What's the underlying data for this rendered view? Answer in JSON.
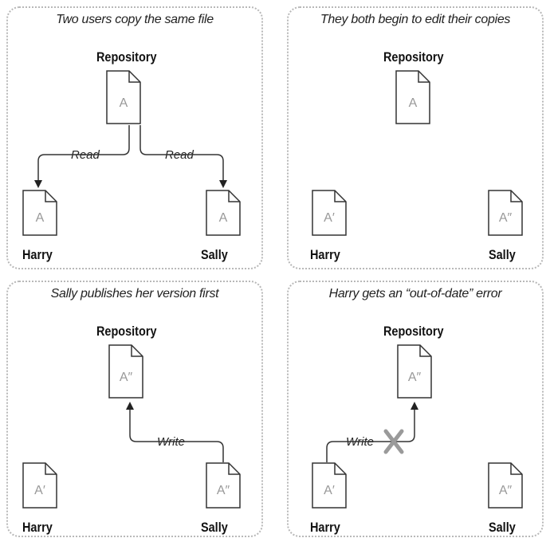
{
  "panels": [
    {
      "caption": "Two users copy the same file",
      "repository": {
        "label": "Repository",
        "version": "A"
      },
      "harry": {
        "label": "Harry",
        "version": "A"
      },
      "sally": {
        "label": "Sally",
        "version": "A"
      },
      "arrows": [
        "Read",
        "Read"
      ]
    },
    {
      "caption": "They both begin to edit their copies",
      "repository": {
        "label": "Repository",
        "version": "A"
      },
      "harry": {
        "label": "Harry",
        "version": "A′"
      },
      "sally": {
        "label": "Sally",
        "version": "A″"
      }
    },
    {
      "caption": "Sally publishes her version first",
      "repository": {
        "label": "Repository",
        "version": "A″"
      },
      "harry": {
        "label": "Harry",
        "version": "A′"
      },
      "sally": {
        "label": "Sally",
        "version": "A″"
      },
      "arrows": [
        "Write"
      ]
    },
    {
      "caption": "Harry gets an “out-of-date” error",
      "repository": {
        "label": "Repository",
        "version": "A″"
      },
      "harry": {
        "label": "Harry",
        "version": "A′"
      },
      "sally": {
        "label": "Sally",
        "version": "A″"
      },
      "arrows": [
        "Write"
      ]
    }
  ]
}
